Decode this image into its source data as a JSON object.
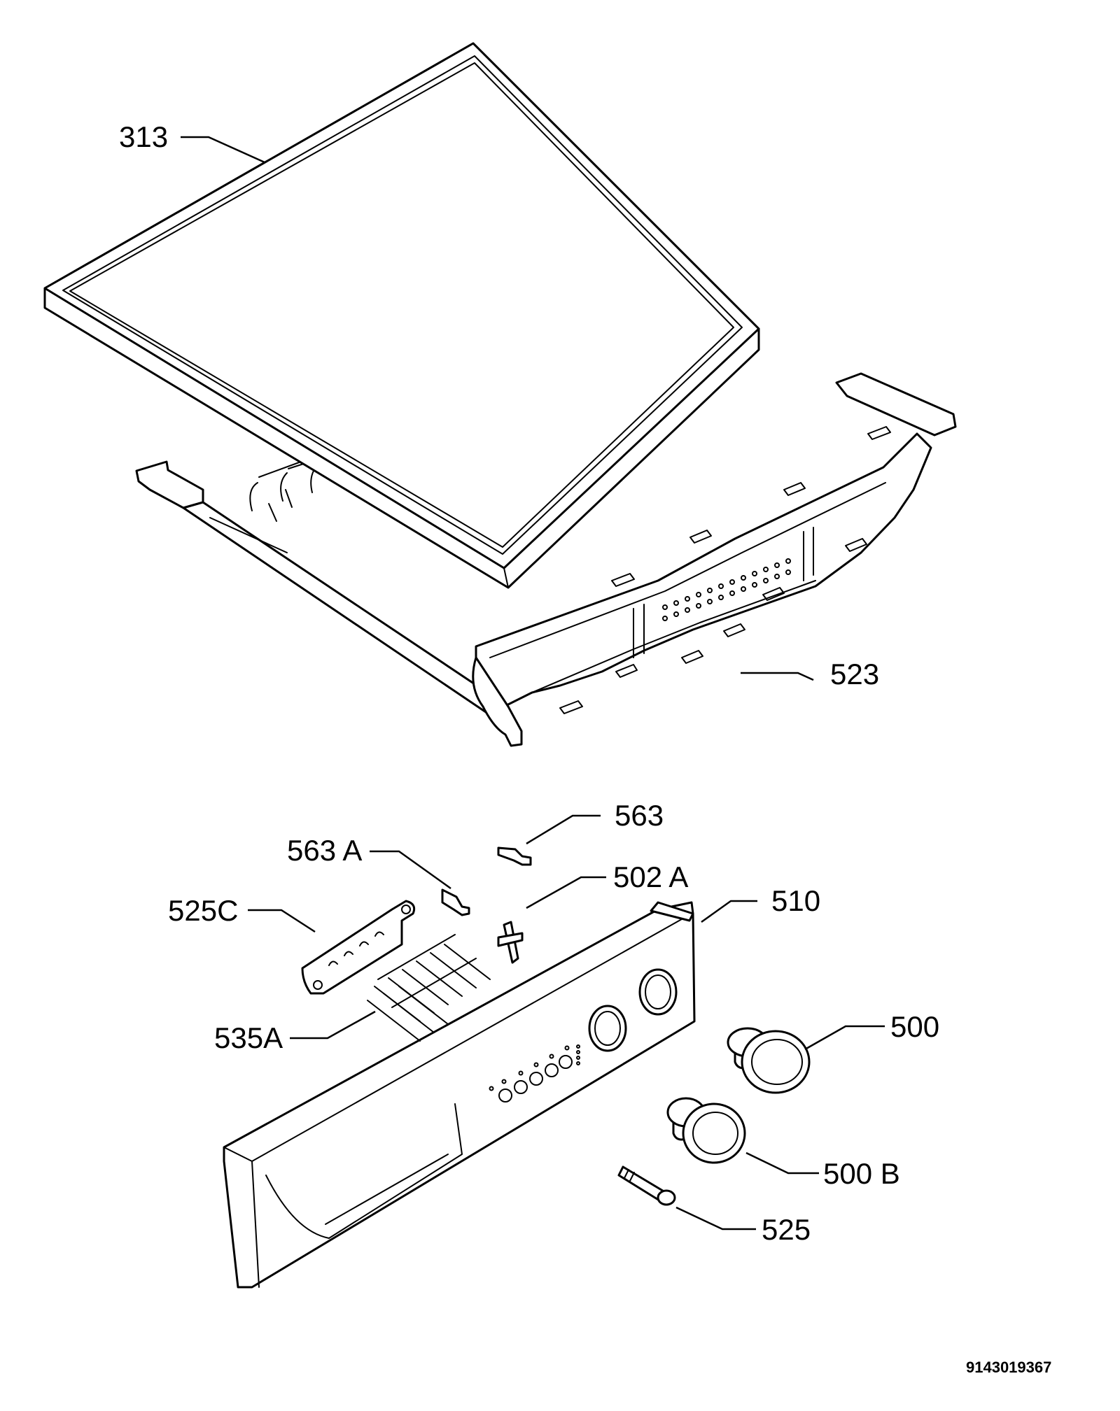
{
  "callouts": {
    "c313": "313",
    "c523": "523",
    "c563": "563",
    "c563a": "563 A",
    "c502a": "502 A",
    "c525c": "525C",
    "c510": "510",
    "c535a": "535A",
    "c500": "500",
    "c500b": "500 B",
    "c525": "525"
  },
  "drawing_number": "9143019367"
}
